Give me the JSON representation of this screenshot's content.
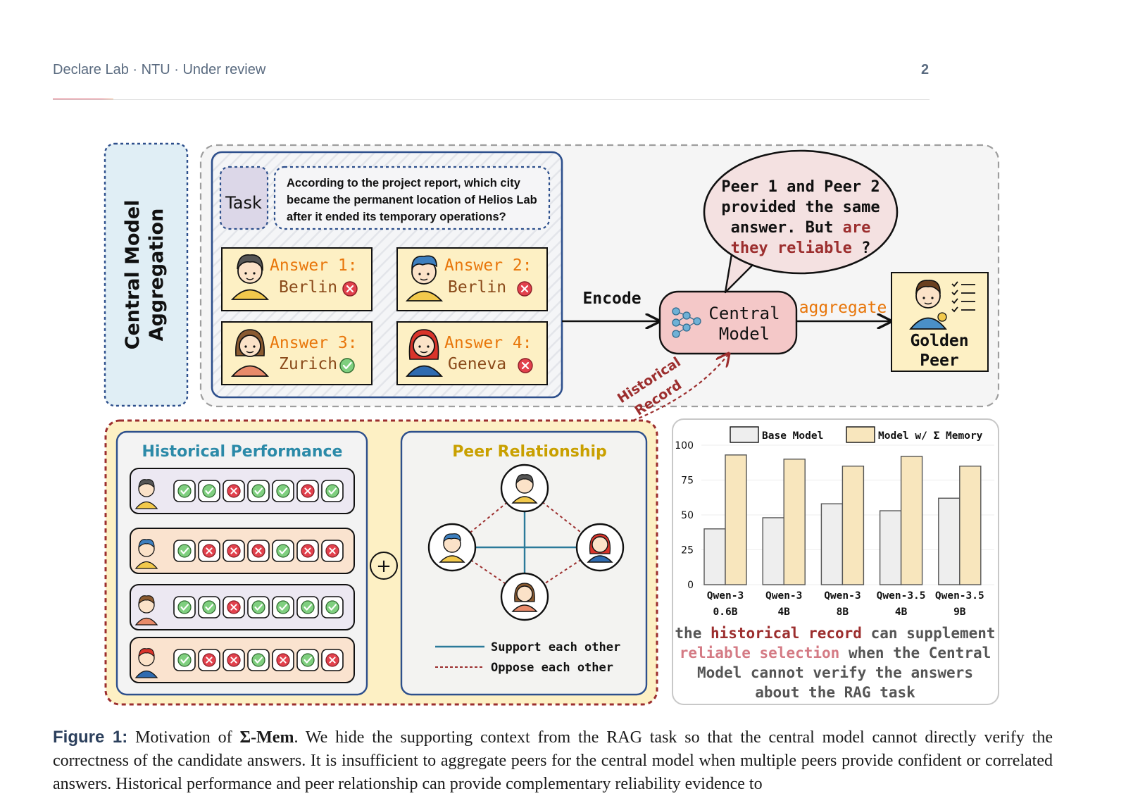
{
  "header": {
    "left": "Declare Lab · NTU · Under review",
    "page_number": "2"
  },
  "figure": {
    "side_label_line1": "Central Model",
    "side_label_line2": "Aggregation",
    "task_label": "Task",
    "task_text_lines": [
      "According to the project report, which city",
      "became the permanent location of Helios Lab",
      "after it ended its temporary operations?"
    ],
    "answers": [
      {
        "label": "Answer 1:",
        "city": "Berlin",
        "correct": false
      },
      {
        "label": "Answer 2:",
        "city": "Berlin",
        "correct": false
      },
      {
        "label": "Answer 3:",
        "city": "Zurich",
        "correct": true
      },
      {
        "label": "Answer 4:",
        "city": "Geneva",
        "correct": false
      }
    ],
    "encode_label": "Encode",
    "central_model_line1": "Central",
    "central_model_line2": "Model",
    "aggregate_label": "aggregate",
    "golden_peer_line1": "Golden",
    "golden_peer_line2": "Peer",
    "bubble_line1": "Peer 1 and Peer 2",
    "bubble_line2": "provided the same",
    "bubble_line3_a": "answer. But ",
    "bubble_line3_b": "are",
    "bubble_line4_a": "they reliable",
    "bubble_line4_b": " ?",
    "historical_record_line1": "Historical",
    "historical_record_line2": "Record",
    "historical_performance_title": "Historical Performance",
    "performance_rows": [
      [
        true,
        true,
        false,
        true,
        true,
        false,
        true
      ],
      [
        true,
        false,
        false,
        false,
        true,
        false,
        false
      ],
      [
        true,
        true,
        false,
        true,
        true,
        true,
        true
      ],
      [
        true,
        false,
        false,
        true,
        false,
        true,
        false
      ]
    ],
    "plus_symbol": "+",
    "peer_relationship_title": "Peer Relationship",
    "legend_support": "Support each other",
    "legend_oppose": "Oppose each other",
    "note_line1_a": "the ",
    "note_line1_b": "historical record",
    "note_line1_c": " can supplement",
    "note_line2_a": "reliable selection",
    "note_line2_b": " when the Central",
    "note_line3": "Model cannot verify the answers",
    "note_line4": "about the RAG task"
  },
  "chart_data": {
    "type": "bar",
    "categories": [
      "Qwen-3 0.6B",
      "Qwen-3 4B",
      "Qwen-3 8B",
      "Qwen-3.5 4B",
      "Qwen-3.5 9B"
    ],
    "category_lines": [
      [
        "Qwen-3",
        "0.6B"
      ],
      [
        "Qwen-3",
        "4B"
      ],
      [
        "Qwen-3",
        "8B"
      ],
      [
        "Qwen-3.5",
        "4B"
      ],
      [
        "Qwen-3.5",
        "9B"
      ]
    ],
    "series": [
      {
        "name": "Base Model",
        "values": [
          40,
          48,
          58,
          53,
          62
        ]
      },
      {
        "name": "Model w/ Σ Memory",
        "values": [
          93,
          90,
          85,
          92,
          85
        ]
      }
    ],
    "ylim": [
      0,
      100
    ],
    "yticks": [
      0,
      25,
      50,
      75,
      100
    ],
    "legend": "top",
    "grid": true,
    "colors": {
      "base": "#eeeeee",
      "memory": "#f8e6bd"
    }
  },
  "caption": {
    "label": "Figure 1:",
    "text_1": " Motivation of ",
    "name": "Σ-Mem",
    "text_2": ". We hide the supporting context from the RAG task so that the central model cannot directly verify the correctness of the candidate answers. It is insufficient to aggregate peers for the central model when multiple peers provide confident or correlated answers. Historical performance and peer relationship can provide complementary reliability evidence to"
  },
  "colors": {
    "answer_orange": "#e8760a",
    "answer_brown": "#8a4a1a",
    "dark_red": "#9c2e2e",
    "teal_title": "#2b8aa8",
    "gold_title": "#c9a000",
    "navy": "#2d4f8c",
    "pale_yellow": "#fdf0c4"
  }
}
